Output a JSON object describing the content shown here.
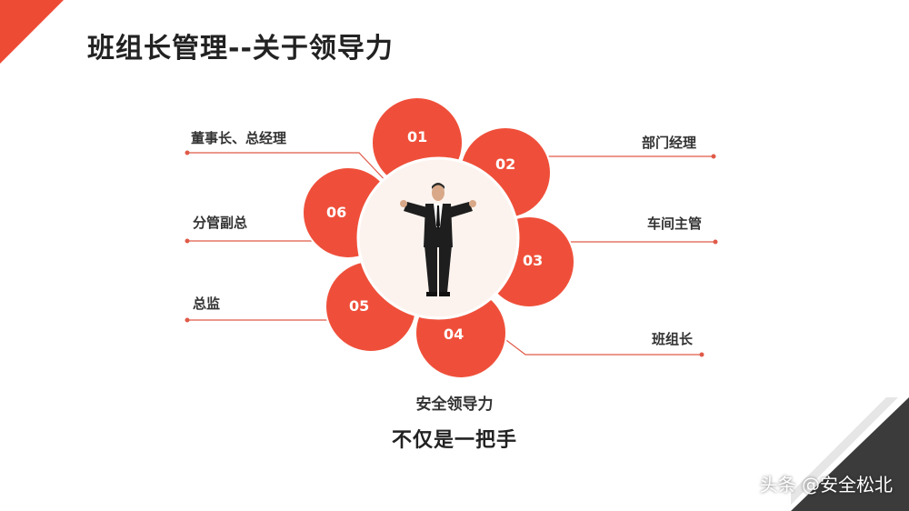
{
  "title": "班组长管理--关于领导力",
  "petals": [
    {
      "num": "01",
      "label": "董事长、总经理"
    },
    {
      "num": "02",
      "label": "部门经理"
    },
    {
      "num": "03",
      "label": "车间主管"
    },
    {
      "num": "04",
      "label": "班组长"
    },
    {
      "num": "05",
      "label": "总监"
    },
    {
      "num": "06",
      "label": "分管副总"
    }
  ],
  "caption": {
    "line1": "安全领导力",
    "line2": "不仅是一把手"
  },
  "watermark": "头条 @安全松北",
  "colors": {
    "petal": "#ef4f3a",
    "line": "#e05a48",
    "accent_corner": "#ee4b35",
    "dark_corner": "#3b3b3b"
  },
  "center_image": "businessman-arms-raised"
}
